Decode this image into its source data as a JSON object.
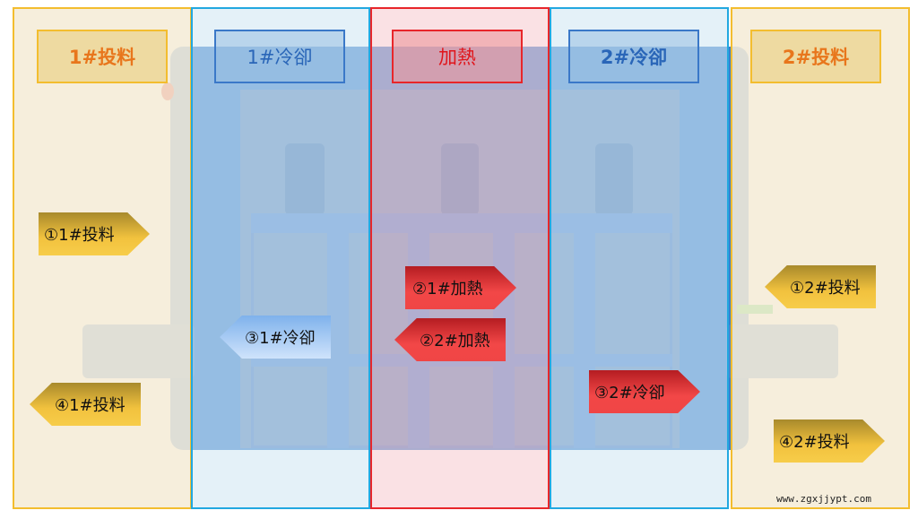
{
  "headers": {
    "feed1": "1#投料",
    "cool1": "1#冷卻",
    "heat": "加熱",
    "cool2": "2#冷卻",
    "feed2": "2#投料"
  },
  "steps": {
    "s1_feed1": "①1#投料",
    "s4_feed1": "④1#投料",
    "s3_cool1": "③1#冷卻",
    "s2_heat1": "②1#加熱",
    "s2_heat2": "②2#加熱",
    "s3_cool2": "③2#冷卻",
    "s1_feed2": "①2#投料",
    "s4_feed2": "④2#投料"
  },
  "watermark": "www.zgxjjypt.com",
  "colors": {
    "feed": "#f3bd2f",
    "cool": "#22a8e0",
    "heat": "#e8262a",
    "machine": "#3c7fcc"
  }
}
